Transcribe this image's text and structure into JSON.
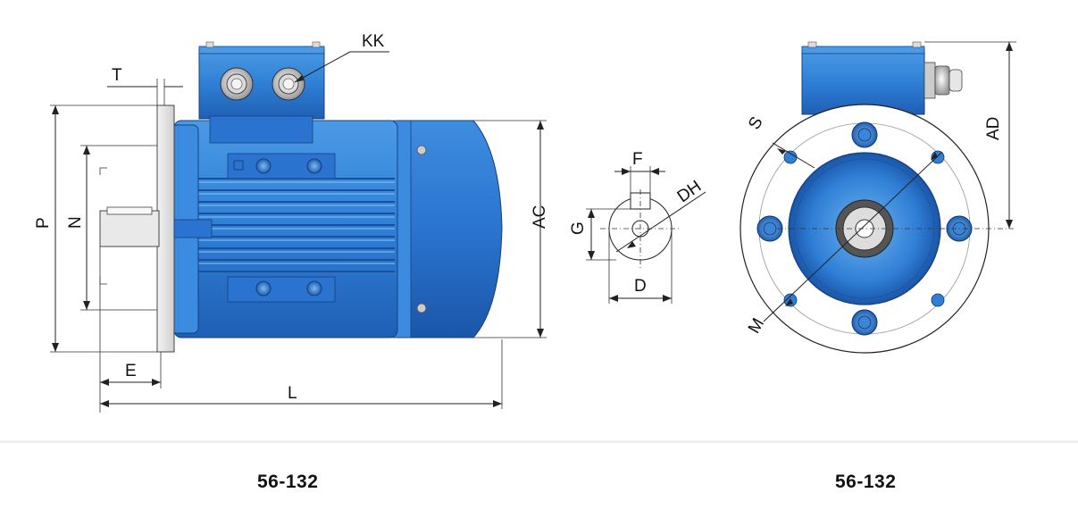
{
  "labels": {
    "kk": "KK",
    "t": "T",
    "p": "P",
    "n": "N",
    "e": "E",
    "l": "L",
    "ac": "AC",
    "f": "F",
    "dh": "DH",
    "g": "G",
    "d": "D",
    "s": "S",
    "m": "M",
    "ad": "AD"
  },
  "captions": {
    "left": "56-132",
    "right": "56-132"
  },
  "colors": {
    "motor_body": "#2f7fd6",
    "motor_dark": "#1a4f9e",
    "motor_light": "#6fb4f0",
    "flange": "#ffffff"
  }
}
